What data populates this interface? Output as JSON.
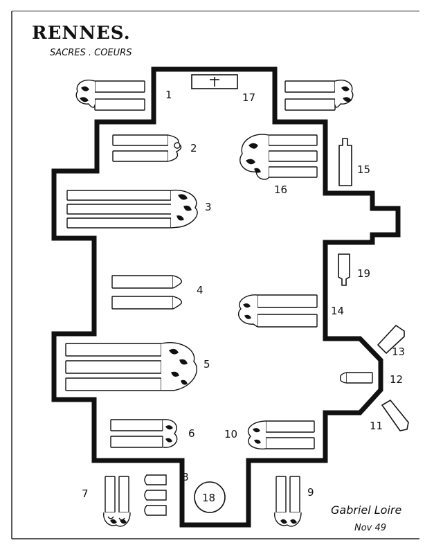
{
  "title": "RENNES.",
  "subtitle": "SACRES . COEURS",
  "signature": "Gabriel Loire",
  "date": "Nov 49",
  "colors": {
    "ink": "#111111",
    "paper": "#ffffff"
  },
  "numbers": [
    "1",
    "2",
    "3",
    "4",
    "5",
    "6",
    "7",
    "8",
    "9",
    "10",
    "11",
    "12",
    "13",
    "14",
    "15",
    "16",
    "17",
    "18",
    "19"
  ],
  "icons": {
    "altar_cross": "cross-icon"
  }
}
